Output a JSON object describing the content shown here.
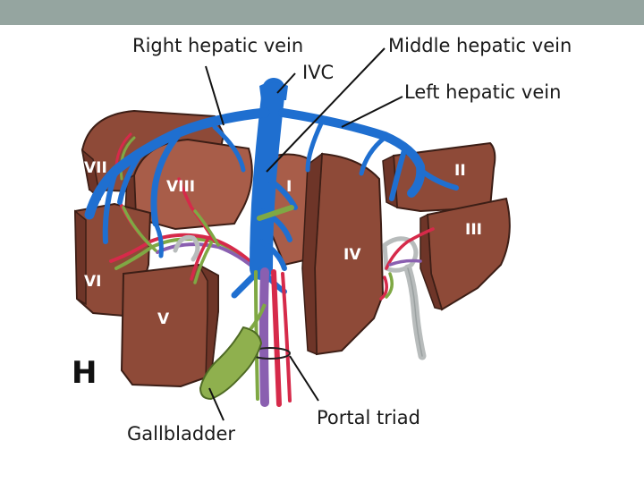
{
  "header": {
    "bar_color": "#95a5a0"
  },
  "figure": {
    "panel_label": "H",
    "labels": {
      "right_hepatic_vein": "Right hepatic vein",
      "middle_hepatic_vein": "Middle hepatic vein",
      "ivc": "IVC",
      "left_hepatic_vein": "Left hepatic vein",
      "gallbladder": "Gallbladder",
      "portal_triad": "Portal triad"
    },
    "segments": {
      "i": "I",
      "ii": "II",
      "iii": "III",
      "iv": "IV",
      "v": "V",
      "vi": "VI",
      "vii": "VII",
      "viii": "VIII"
    },
    "colors": {
      "liver": "#8e4a38",
      "liver_dark": "#6e3528",
      "liver_light": "#a85d49",
      "vein": "#1f6fd0",
      "artery": "#d62a4a",
      "portal_vein": "#8a5fb0",
      "bile_duct": "#7fa844",
      "gallbladder": "#8fb04e",
      "duct_grey": "#b8bcbc"
    }
  }
}
